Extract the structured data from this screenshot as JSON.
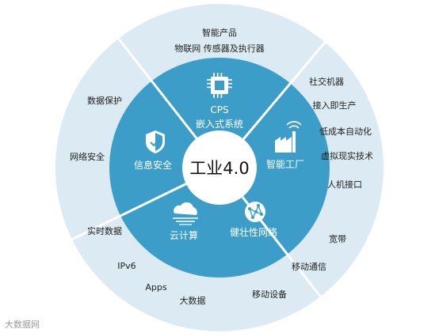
{
  "center": {
    "title": "工业4.0"
  },
  "segments": [
    {
      "id": "cps",
      "lines": [
        "CPS",
        "嵌入式系统"
      ],
      "icon": "chip-icon",
      "outer_labels": [
        "智能产品",
        "物联网 传感器及执行器"
      ]
    },
    {
      "id": "factory",
      "lines": [
        "智能工厂"
      ],
      "icon": "factory-icon",
      "outer_labels": [
        "社交机器",
        "接入即生产",
        "低成本自动化",
        "虚拟现实技术",
        "人机接口"
      ]
    },
    {
      "id": "network",
      "lines": [
        "健壮性网络"
      ],
      "icon": "network-globe-icon",
      "outer_labels": [
        "宽带",
        "移动通信",
        "移动设备"
      ]
    },
    {
      "id": "cloud",
      "lines": [
        "云计算"
      ],
      "icon": "cloud-icon",
      "outer_labels": [
        "实时数据",
        "IPv6",
        "Apps",
        "大数据"
      ]
    },
    {
      "id": "security",
      "lines": [
        "信息安全"
      ],
      "icon": "shield-icon",
      "outer_labels": [
        "数据保护",
        "网络安全"
      ]
    }
  ],
  "watermark": "大数据网",
  "colors": {
    "outer_ring": "#dbeaf3",
    "inner_ring": "#3c9ec8",
    "center": "#ffffff",
    "outer_text": "#222222",
    "inner_text": "#ffffff"
  }
}
